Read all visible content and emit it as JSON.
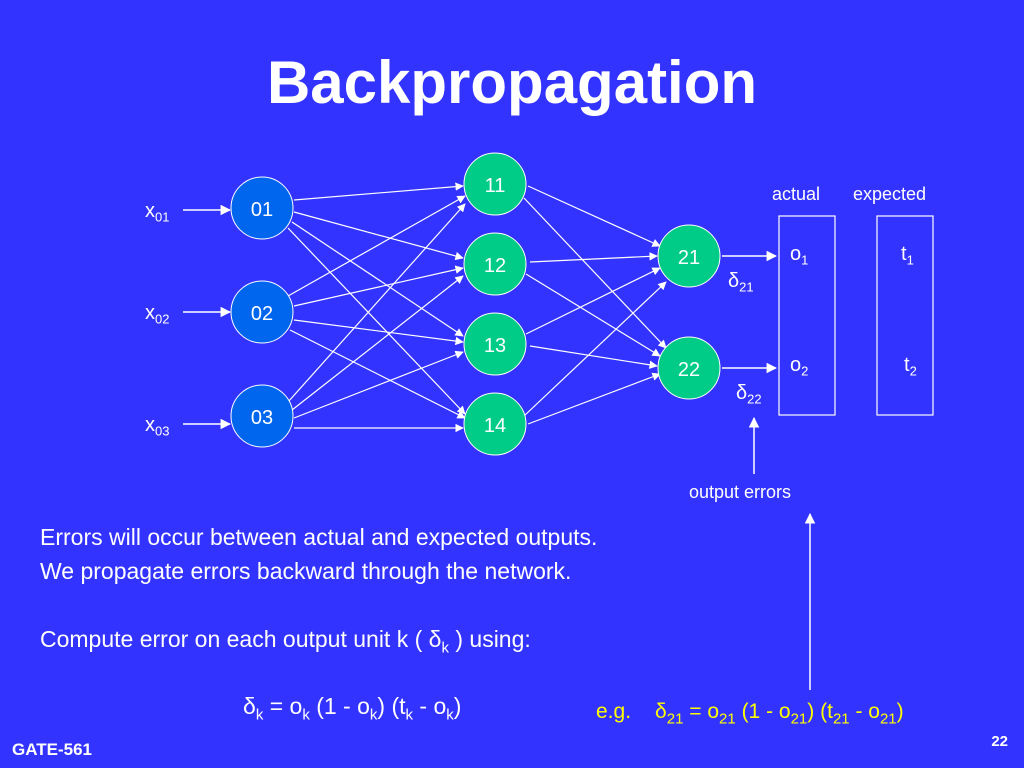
{
  "title": "Backpropagation",
  "inputs": [
    {
      "label": "x",
      "sub": "01"
    },
    {
      "label": "x",
      "sub": "02"
    },
    {
      "label": "x",
      "sub": "03"
    }
  ],
  "input_nodes": [
    "01",
    "02",
    "03"
  ],
  "hidden_nodes": [
    "11",
    "12",
    "13",
    "14"
  ],
  "output_nodes": [
    "21",
    "22"
  ],
  "deltas": [
    {
      "symbol": "δ",
      "sub": "21"
    },
    {
      "symbol": "δ",
      "sub": "22"
    }
  ],
  "actual_header": "actual",
  "expected_header": "expected",
  "actual_values": [
    {
      "label": "o",
      "sub": "1"
    },
    {
      "label": "o",
      "sub": "2"
    }
  ],
  "expected_values": [
    {
      "label": "t",
      "sub": "1"
    },
    {
      "label": "t",
      "sub": "2"
    }
  ],
  "output_errors_label": "output errors",
  "body_lines": [
    "Errors will occur between actual and expected outputs.",
    "We propagate errors backward through the network."
  ],
  "compute_line": {
    "before": "Compute error on each output unit k ( δ",
    "sub": "k",
    "after": " ) using:"
  },
  "formula": {
    "d": "δ",
    "d_sub": "k",
    "eq": " = o",
    "o1_sub": "k",
    "p1": " (1 - o",
    "o2_sub": "k",
    "p2": ") (t",
    "t_sub": "k",
    "p3": " - o",
    "o3_sub": "k",
    "p4": ")"
  },
  "example": {
    "eg": "e.g.",
    "d": "δ",
    "d_sub": "21",
    "eq": " = o",
    "o1_sub": "21",
    "p1": " (1 - o",
    "o2_sub": "21",
    "p2": ") (t",
    "t_sub": "21",
    "p3": " - o",
    "o3_sub": "21",
    "p4": ")"
  },
  "footer_left": "GATE-561",
  "page_number": "22",
  "colors": {
    "background": "#3333ff",
    "input_node_fill": "#0066ee",
    "hidden_node_fill": "#00cc88",
    "text": "#ffffff",
    "highlight": "#ffff00"
  }
}
